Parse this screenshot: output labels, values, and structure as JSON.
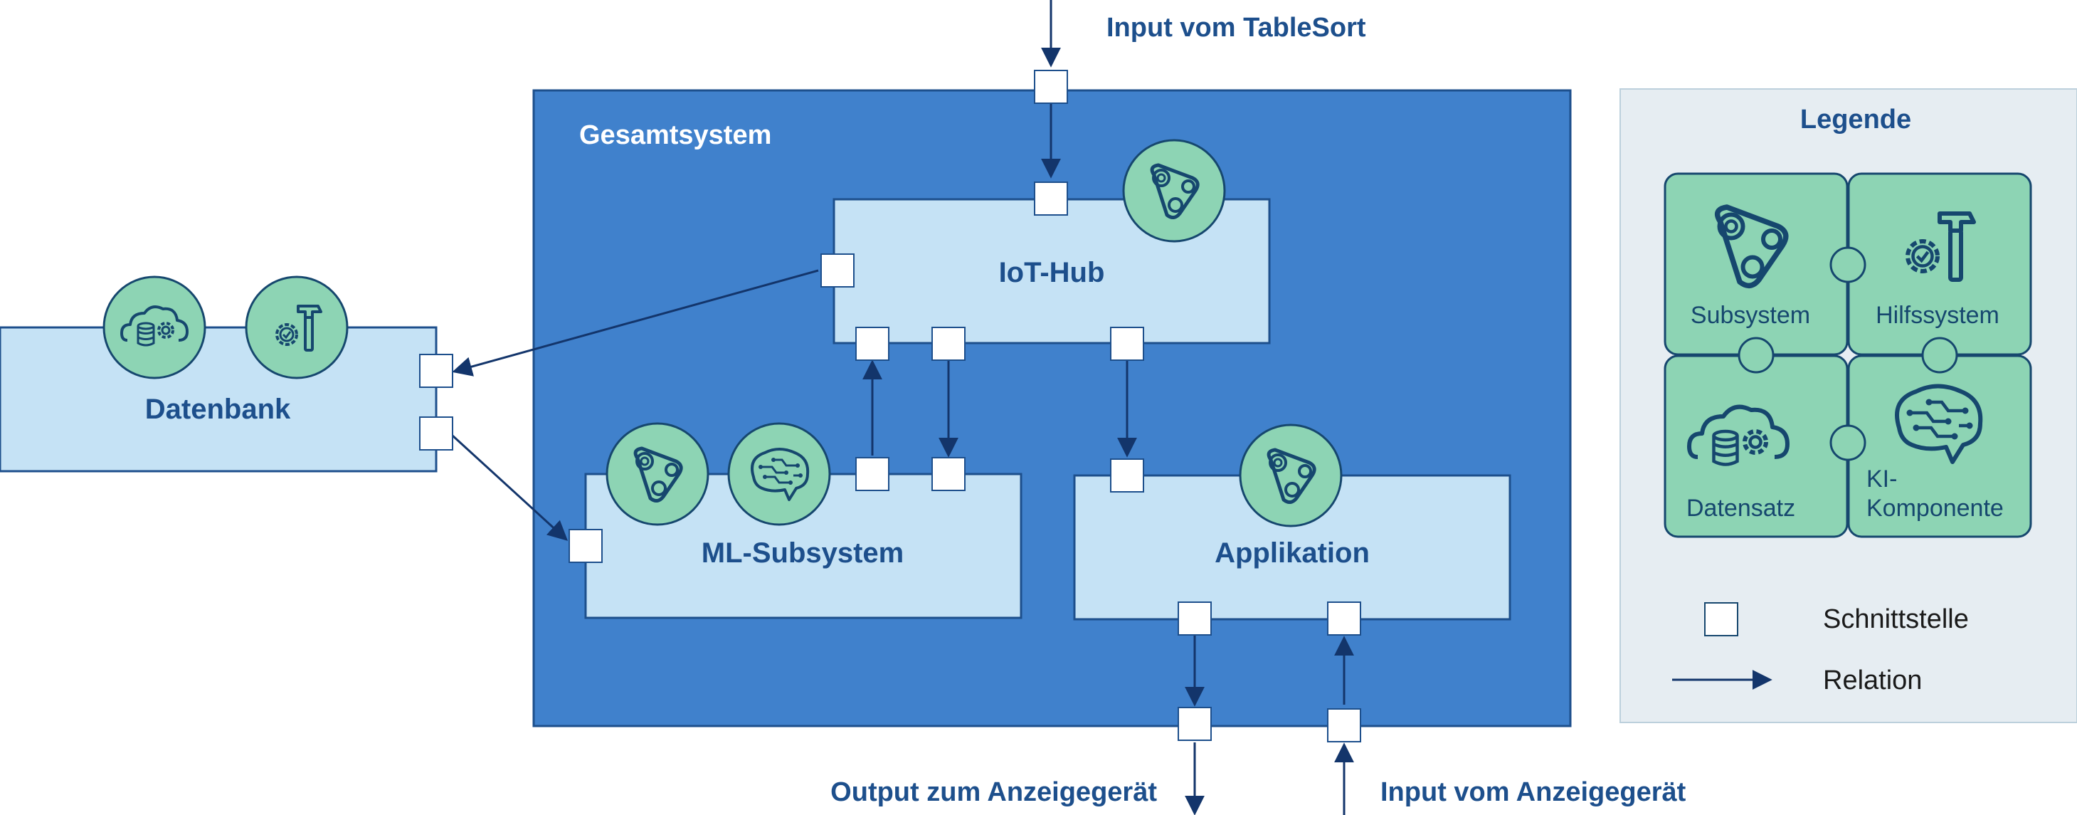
{
  "inputs": {
    "tablesort": "Input vom TableSort",
    "display_input": "Input vom Anzeigegerät",
    "display_output": "Output zum Anzeigegerät"
  },
  "system": {
    "label": "Gesamtsystem"
  },
  "components": {
    "iot_hub": "IoT-Hub",
    "ml_subsystem": "ML-Subsystem",
    "applikation": "Applikation",
    "datenbank": "Datenbank"
  },
  "legend": {
    "title": "Legende",
    "pieces": {
      "subsystem": "Subsystem",
      "hilfssystem": "Hilfssystem",
      "datensatz": "Datensatz",
      "ki_line1": "KI-",
      "ki_line2": "Komponente"
    },
    "interface": "Schnittstelle",
    "relation": "Relation"
  },
  "colors": {
    "system_fill": "#4081cc",
    "system_stroke": "#1d4f8c",
    "component_fill": "#c5e2f5",
    "component_stroke": "#1d4f8c",
    "text_dark": "#1d4f8c",
    "arrow": "#13356b",
    "legend_bg": "#e6edf2",
    "icon_fill": "#8dd4b4",
    "icon_stroke": "#16476e",
    "legend_text": "#16476e"
  }
}
